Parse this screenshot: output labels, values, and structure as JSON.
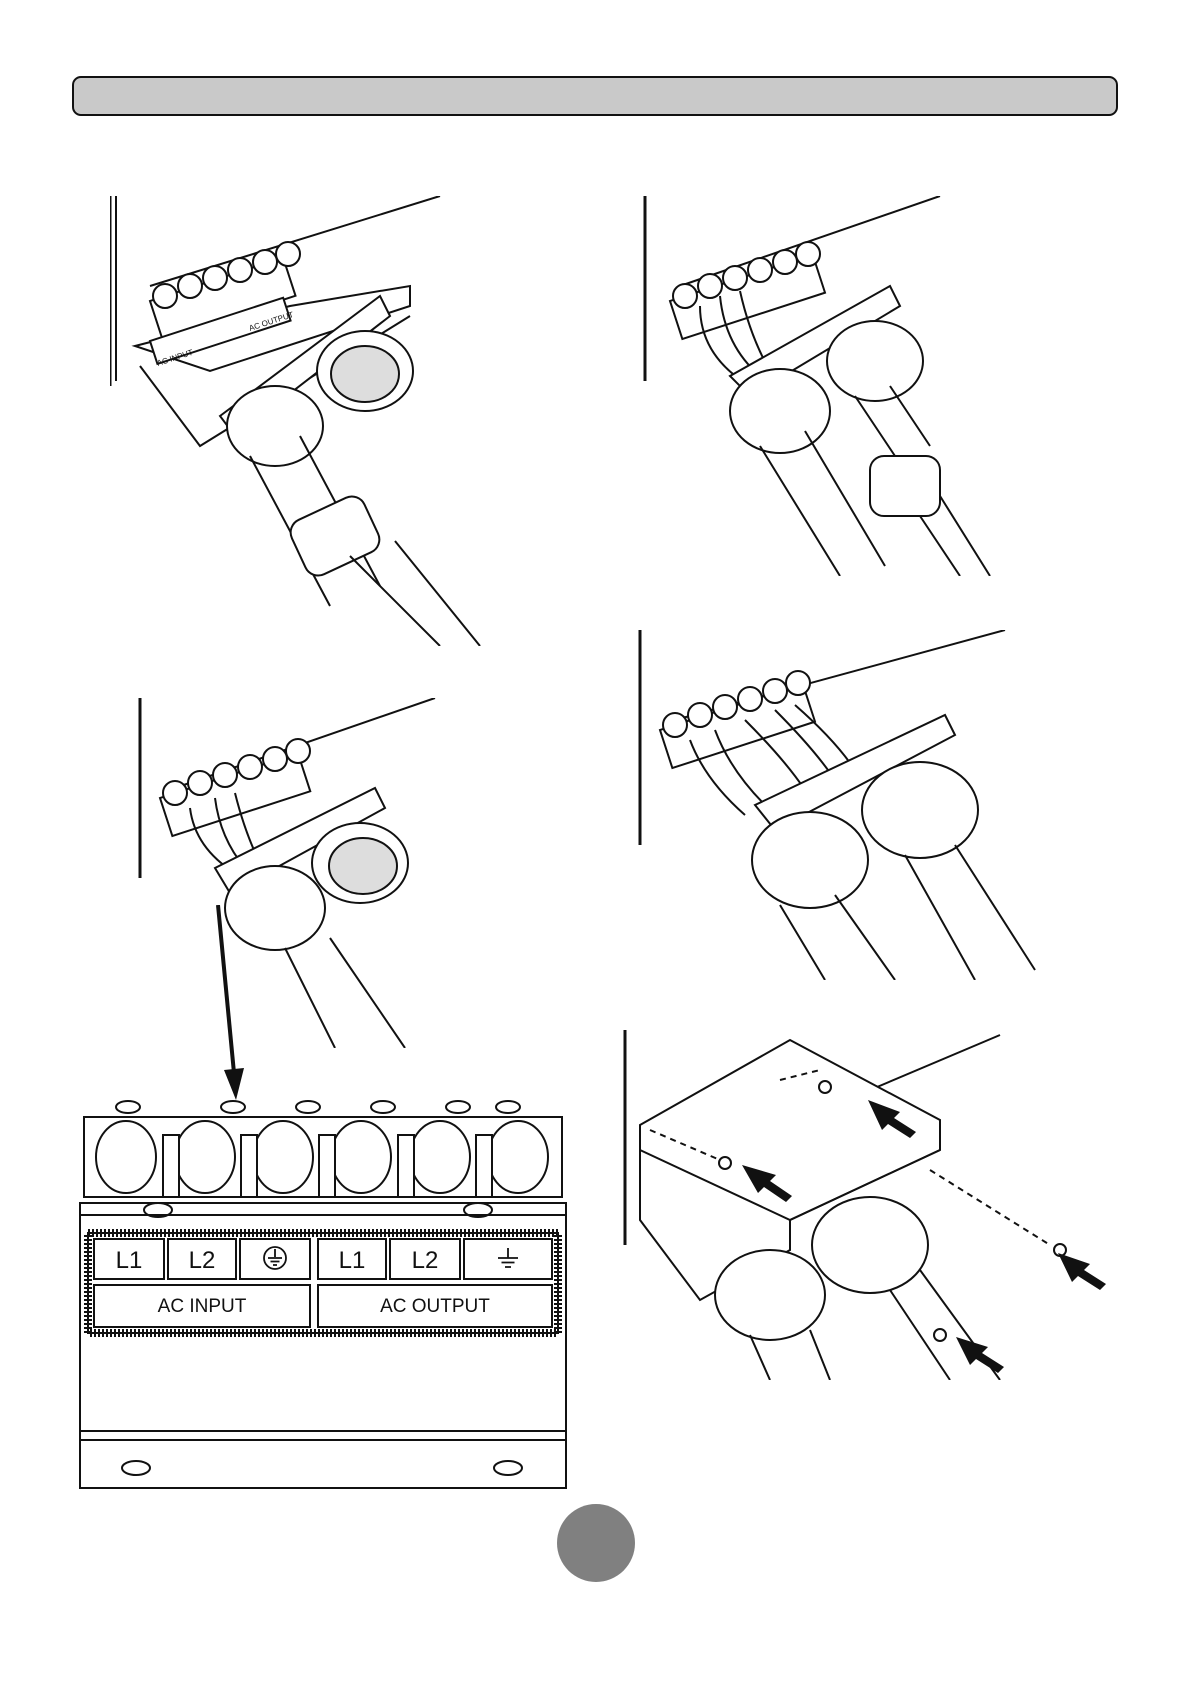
{
  "terminal_label": {
    "top_row": [
      "L1",
      "L2",
      "",
      "L1",
      "L2",
      ""
    ],
    "input_label": "AC INPUT",
    "output_label": "AC OUTPUT"
  },
  "mini_labels": {
    "input": "AC INPUT",
    "output": "AC OUTPUT"
  },
  "icons": {
    "input_ground": "protective-earth-icon",
    "output_ground": "earth-ground-icon",
    "page_marker": "gray-circle"
  }
}
